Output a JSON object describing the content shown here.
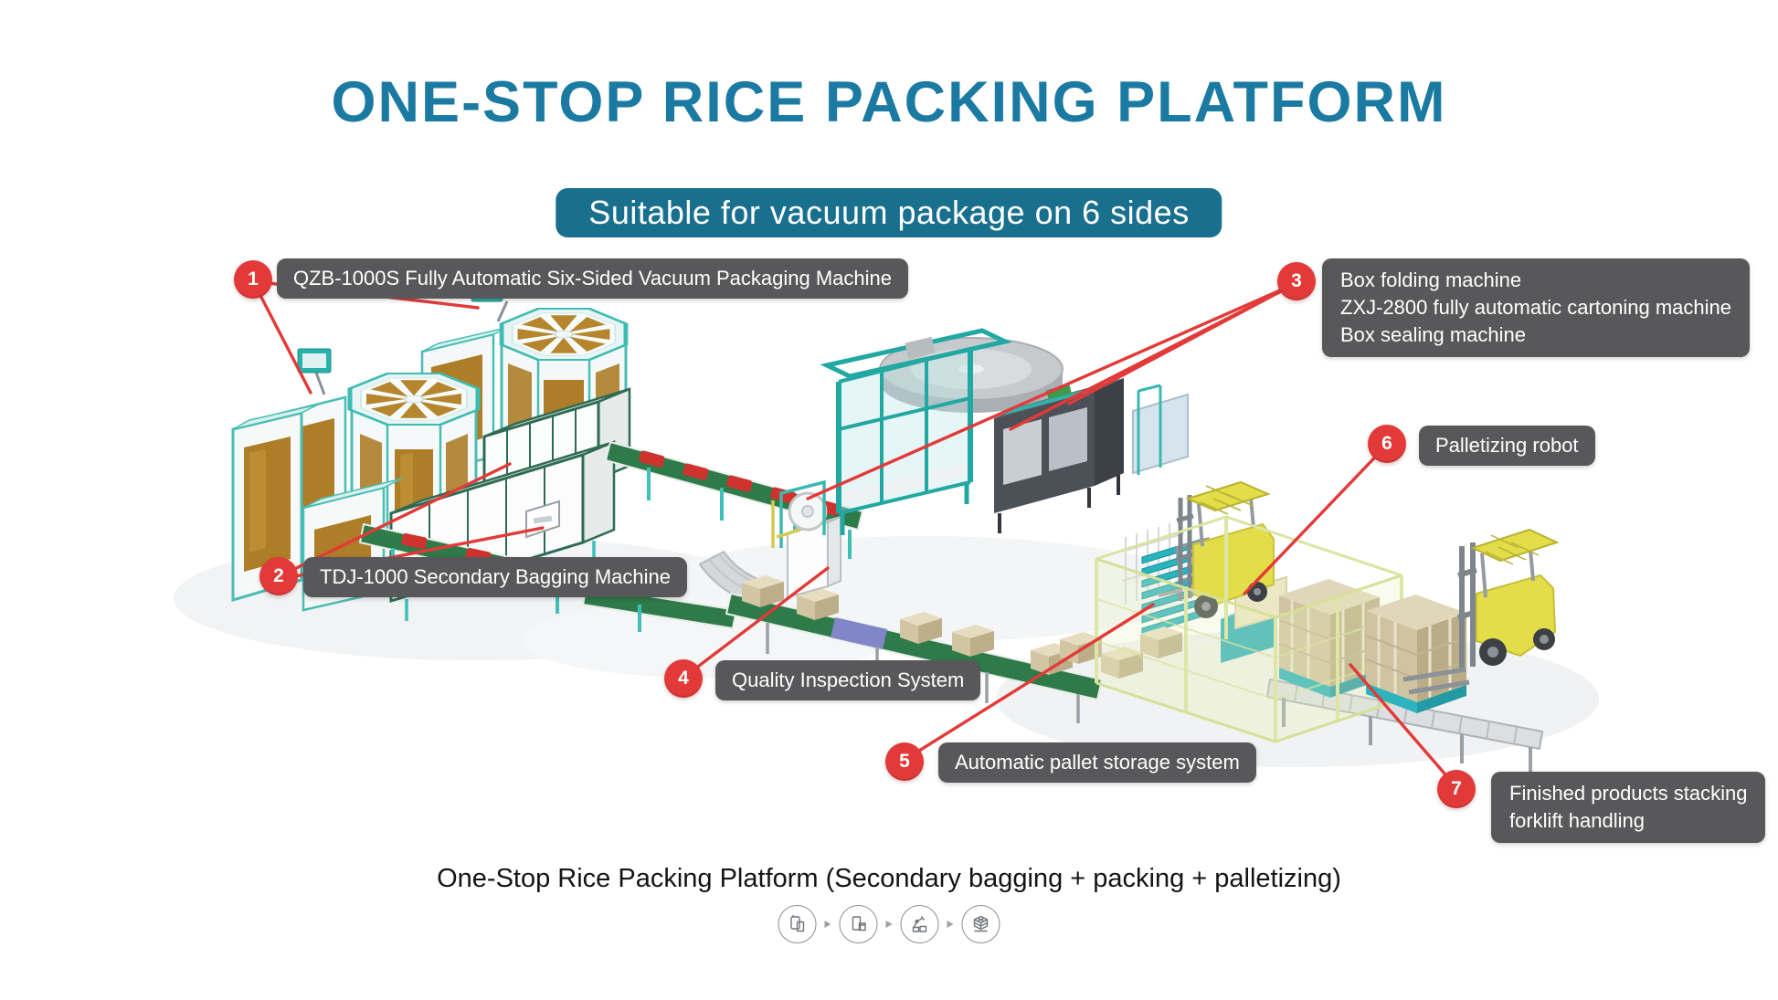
{
  "header": {
    "title": "ONE-STOP RICE PACKING PLATFORM",
    "subtitle": "Suitable for vacuum package on 6 sides"
  },
  "callouts": [
    {
      "number": "1",
      "lines": [
        "QZB-1000S Fully Automatic Six-Sided Vacuum Packaging Machine"
      ]
    },
    {
      "number": "2",
      "lines": [
        "TDJ-1000 Secondary Bagging Machine"
      ]
    },
    {
      "number": "3",
      "lines": [
        "Box folding machine",
        "ZXJ-2800 fully automatic cartoning machine",
        "Box sealing machine"
      ]
    },
    {
      "number": "4",
      "lines": [
        "Quality Inspection System"
      ]
    },
    {
      "number": "5",
      "lines": [
        "Automatic pallet storage system"
      ]
    },
    {
      "number": "6",
      "lines": [
        "Palletizing robot"
      ]
    },
    {
      "number": "7",
      "lines": [
        "Finished products stacking",
        "forklift handling"
      ]
    }
  ],
  "footer": {
    "caption": "One-Stop Rice Packing Platform (Secondary bagging + packing + palletizing)",
    "icons": [
      "vacuum-package-icon",
      "secondary-bagging-icon",
      "palletizing-robot-icon",
      "pallet-stack-icon"
    ]
  },
  "colors": {
    "title_teal": "#1a7aa2",
    "banner_teal": "#19708e",
    "callout_red": "#e23a39",
    "pill_gray": "#58585a"
  }
}
